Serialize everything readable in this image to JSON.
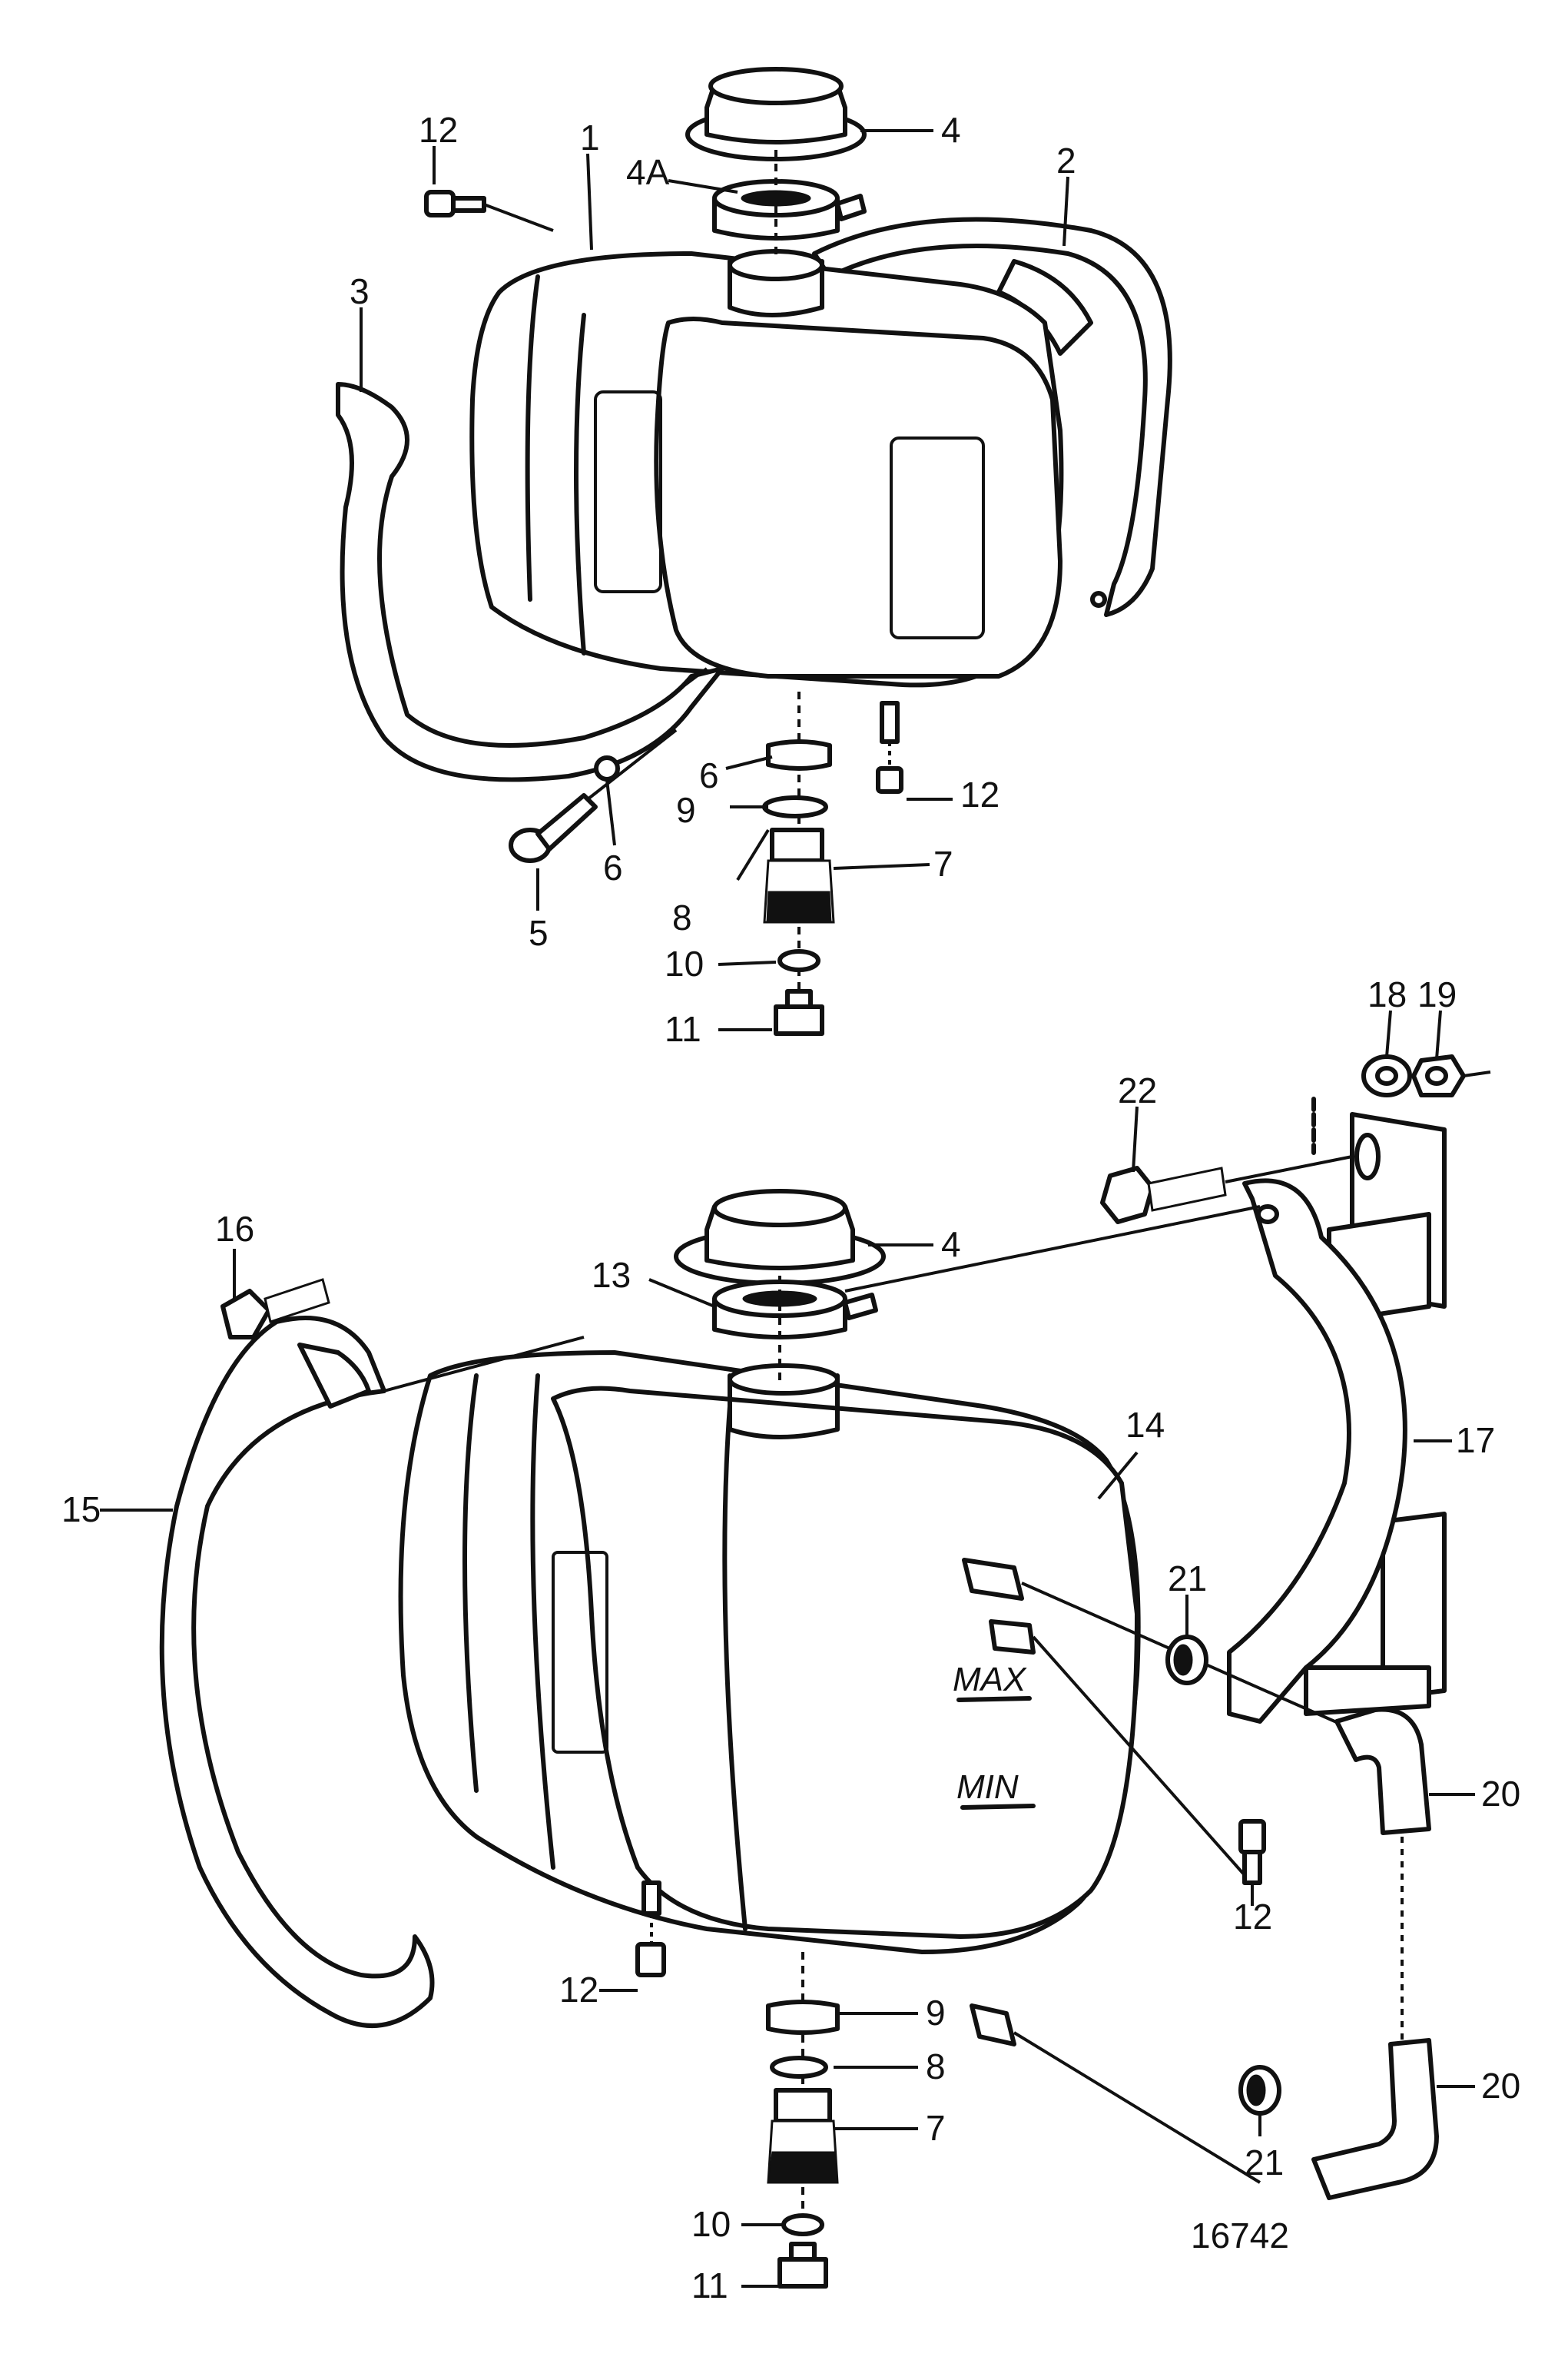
{
  "top_assembly": {
    "callouts": {
      "c12a": "12",
      "c1": "1",
      "c4": "4",
      "c4a": "4A",
      "c2": "2",
      "c3": "3",
      "c6a": "6",
      "c9": "9",
      "c12b": "12",
      "c7": "7",
      "c6b": "6",
      "c8": "8",
      "c5": "5",
      "c10": "10",
      "c11": "11"
    }
  },
  "bottom_assembly": {
    "callouts": {
      "c18": "18",
      "c19": "19",
      "c22": "22",
      "c16": "16",
      "c4": "4",
      "c13": "13",
      "c14": "14",
      "c17": "17",
      "c15": "15",
      "c21a": "21",
      "c20a": "20",
      "c12a": "12",
      "c12b": "12",
      "c9": "9",
      "c8": "8",
      "c7": "7",
      "c20b": "20",
      "c21b": "21",
      "c10": "10",
      "c11": "11"
    },
    "markings": {
      "max": "MAX",
      "min": "MIN"
    }
  },
  "figure_number": "16742"
}
